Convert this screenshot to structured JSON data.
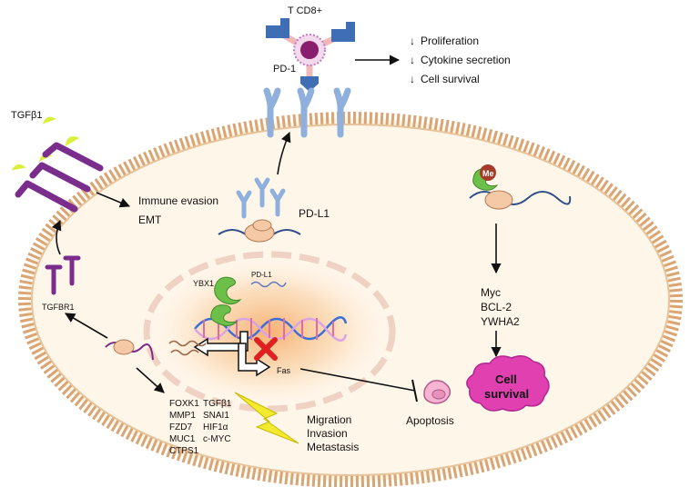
{
  "labels": {
    "tcell": "T CD8+",
    "pd1": "PD-1",
    "tgfb1_ligand": "TGFβ1",
    "tgfbr1": "TGFBR1",
    "pdl1": "PD-L1",
    "pdl1_nuclear": "PD-L1",
    "ybx1": "YBX1",
    "fas": "Fas",
    "apoptosis": "Apoptosis",
    "me": "Me",
    "cell_survival_line1": "Cell",
    "cell_survival_line2": "survival"
  },
  "tcell_effects": {
    "arrow_glyph": "↓",
    "items": [
      "Proliferation",
      "Cytokine secretion",
      "Cell survival"
    ]
  },
  "tgf_effects": [
    "Immune evasion",
    "EMT"
  ],
  "survival_genes": [
    "Myc",
    "BCL-2",
    "YWHA2"
  ],
  "target_genes": {
    "col1": [
      "FOXK1",
      "MMP1",
      "FZD7",
      "MUC1",
      "CTPS1"
    ],
    "col2": [
      "TGFβ1",
      "SNAI1",
      "HIF1α",
      "c-MYC"
    ]
  },
  "outcomes": [
    "Migration",
    "Invasion",
    "Metastasis"
  ],
  "colors": {
    "membrane": "#d9a574",
    "cytoplasm": "#fff6ea",
    "receptor_purple": "#7b2d8e",
    "ligand_yellow": "#d9ef3a",
    "pdl1_blue": "#8fb0dc",
    "pd1_blue": "#3f6eb5",
    "ybx1_green": "#6cc04a",
    "ribosome": "#f6c9a6",
    "survival_magenta": "#e040b0",
    "bolt_yellow": "#f2ea2f",
    "inhibit_red": "#e02020"
  }
}
